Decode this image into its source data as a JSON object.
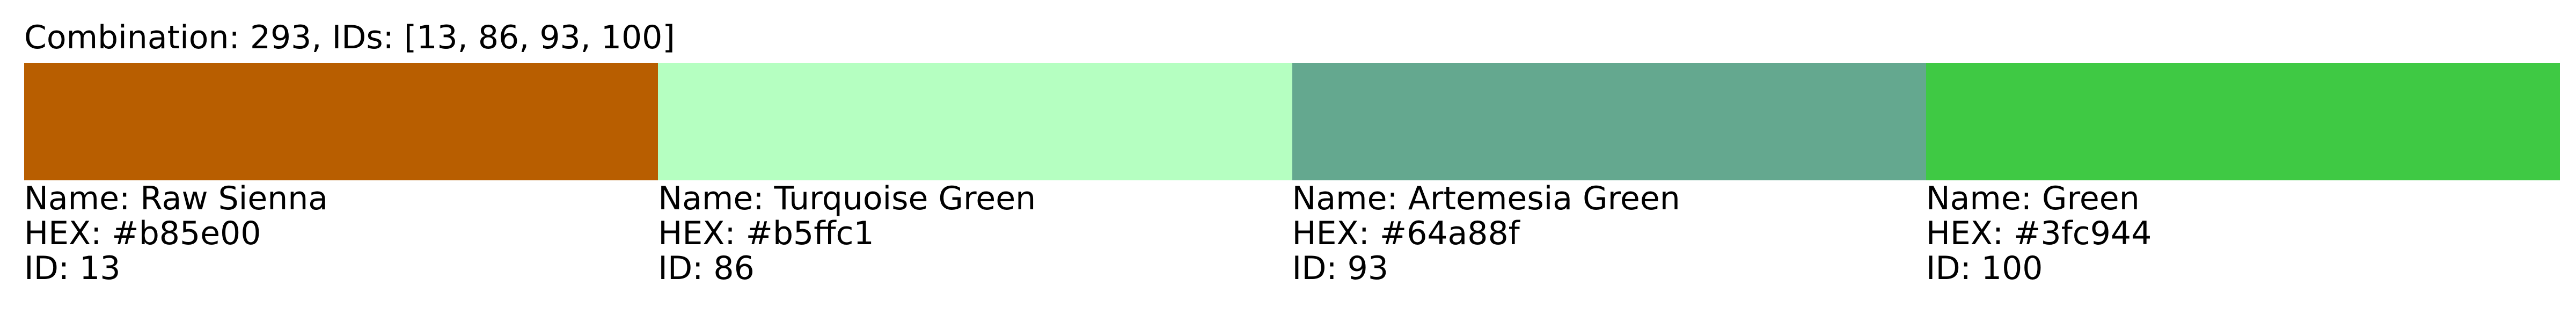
{
  "title": "Combination: 293, IDs: [13, 86, 93, 100]",
  "colors": [
    {
      "name_text": "Name: Raw Sienna",
      "hex_text": "HEX: #b85e00",
      "id_text": "ID: 13",
      "hex": "#b85e00"
    },
    {
      "name_text": "Name: Turquoise Green",
      "hex_text": "HEX: #b5ffc1",
      "id_text": "ID: 86",
      "hex": "#b5ffc1"
    },
    {
      "name_text": "Name: Artemesia Green",
      "hex_text": "HEX: #64a88f",
      "id_text": "ID: 93",
      "hex": "#64a88f"
    },
    {
      "name_text": "Name: Green",
      "hex_text": "HEX: #3fc944",
      "id_text": "ID: 100",
      "hex": "#3fc944"
    }
  ]
}
